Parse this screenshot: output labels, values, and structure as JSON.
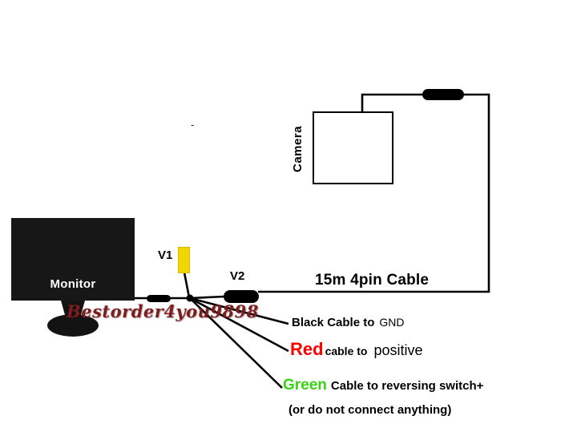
{
  "monitor": {
    "label": "Monitor"
  },
  "camera": {
    "label": "Camera"
  },
  "connectors": {
    "v1_label": "V1",
    "v2_label": "V2"
  },
  "cable": {
    "label": "15m 4pin Cable"
  },
  "watermark": {
    "text": "Bestorder4you9898"
  },
  "wires": {
    "black": {
      "bold": "Black Cable to",
      "plain": "GND"
    },
    "red": {
      "colored": "Red",
      "mid": "cable to",
      "plain": "positive"
    },
    "green": {
      "colored": "Green",
      "rest": "Cable to reversing switch+"
    },
    "note": "(or do not connect anything)"
  },
  "stray_mark": "-",
  "colors": {
    "wire_black": "#000000",
    "red_text": "#ff0000",
    "green_text": "#38d410",
    "v1_yellow": "#f2d602",
    "watermark_maroon": "#7b1e1e",
    "monitor_fill": "#171717"
  }
}
